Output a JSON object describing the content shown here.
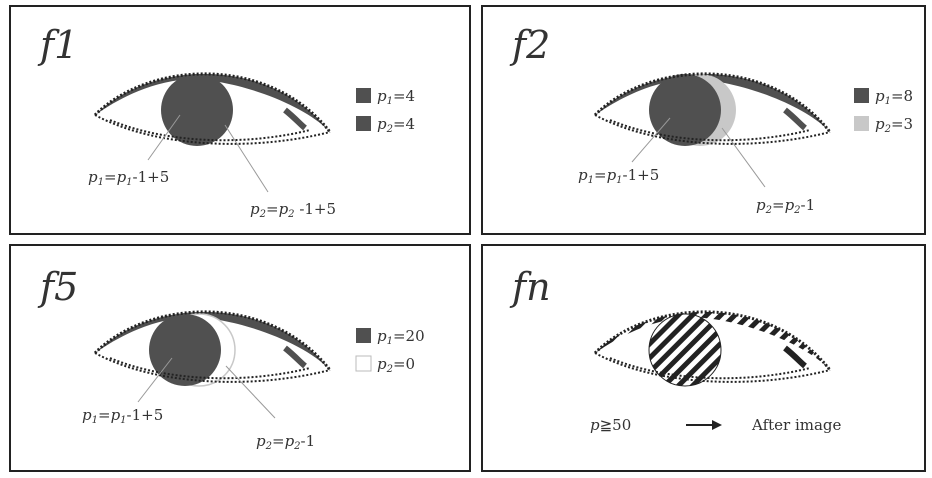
{
  "panels": [
    {
      "title": "f1",
      "legend": [
        {
          "p": "p",
          "sub": "1",
          "text": "=4",
          "color": "#505050"
        },
        {
          "p": "p",
          "sub": "2",
          "text": "=4",
          "color": "#505050"
        }
      ],
      "formula_left": {
        "lhs_p": "p",
        "lhs_sub": "1",
        "mid": "=",
        "rhs_p": "p",
        "rhs_sub": "1",
        "rhs_rest": "-1+5"
      },
      "formula_right": {
        "lhs_p": "p",
        "lhs_sub": "2",
        "mid": "=",
        "rhs_p": "p",
        "rhs_sub": "2",
        "rhs_rest": " -1+5"
      }
    },
    {
      "title": "f2",
      "legend": [
        {
          "p": "p",
          "sub": "1",
          "text": "=8",
          "color": "#505050"
        },
        {
          "p": "p",
          "sub": "2",
          "text": "=3",
          "color": "#c8c8c8"
        }
      ],
      "formula_left": {
        "lhs_p": "p",
        "lhs_sub": "1",
        "mid": "=",
        "rhs_p": "p",
        "rhs_sub": "1",
        "rhs_rest": "-1+5"
      },
      "formula_right": {
        "lhs_p": "p",
        "lhs_sub": "2",
        "mid": "=",
        "rhs_p": "p",
        "rhs_sub": "2",
        "rhs_rest": "-1"
      }
    },
    {
      "title": "f5",
      "legend": [
        {
          "p": "p",
          "sub": "1",
          "text": "=20",
          "color": "#505050"
        },
        {
          "p": "p",
          "sub": "2",
          "text": "=0",
          "color": "#ffffff"
        }
      ],
      "formula_left": {
        "lhs_p": "p",
        "lhs_sub": "1",
        "mid": "=",
        "rhs_p": "p",
        "rhs_sub": "1",
        "rhs_rest": "-1+5"
      },
      "formula_right": {
        "lhs_p": "p",
        "lhs_sub": "2",
        "mid": "=",
        "rhs_p": "p",
        "rhs_sub": "2",
        "rhs_rest": "-1"
      }
    },
    {
      "title": "fn",
      "threshold": {
        "p": "p",
        "rest": "≧50"
      },
      "result": "After image"
    }
  ],
  "colors": {
    "dark": "#505050",
    "light": "#c8c8c8",
    "border": "#222222"
  }
}
